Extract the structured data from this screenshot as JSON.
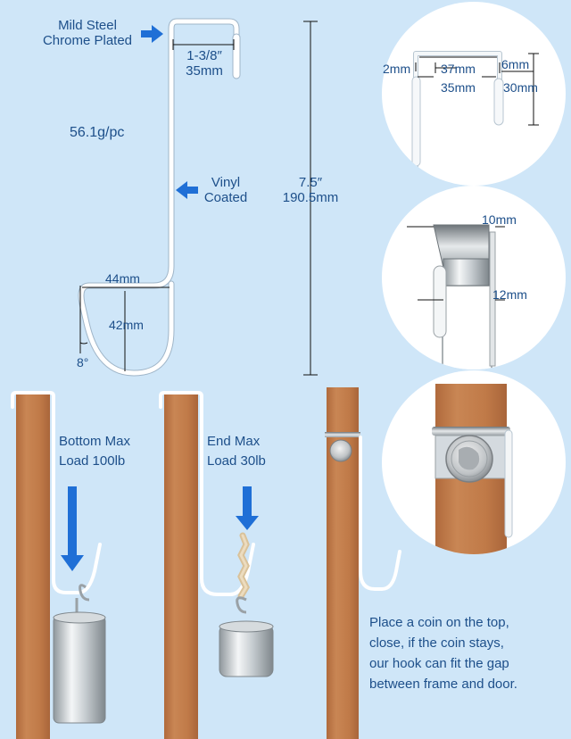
{
  "labels": {
    "material_line1": "Mild Steel",
    "material_line2": "Chrome Plated",
    "top_width_in": "1-3/8″",
    "top_width_mm": "35mm",
    "weight": "56.1g/pc",
    "coating_line1": "Vinyl",
    "coating_line2": "Coated",
    "height_in": "7.5″",
    "height_mm": "190.5mm",
    "hook_width": "44mm",
    "hook_depth": "42mm",
    "hook_angle": "8°"
  },
  "detail_top": {
    "thickness": "2mm",
    "inner_width": "37mm",
    "outer_width": "35mm",
    "tab_height": "6mm",
    "drop_height": "30mm"
  },
  "detail_gap": {
    "top_gap": "10mm",
    "side_gap": "12mm"
  },
  "load": {
    "bottom_line1": "Bottom Max",
    "bottom_line2": "Load 100lb",
    "end_line1": "End Max",
    "end_line2": "Load 30lb"
  },
  "coin_note": [
    "Place a coin on the top,",
    "close, if the coin stays,",
    "our hook can fit the gap",
    "between frame and door."
  ],
  "colors": {
    "background": "#cfe6f8",
    "label_text": "#1d4f8a",
    "arrow": "#1f6fd6",
    "wood": "#c27c4d",
    "hook_white": "#ffffff"
  }
}
